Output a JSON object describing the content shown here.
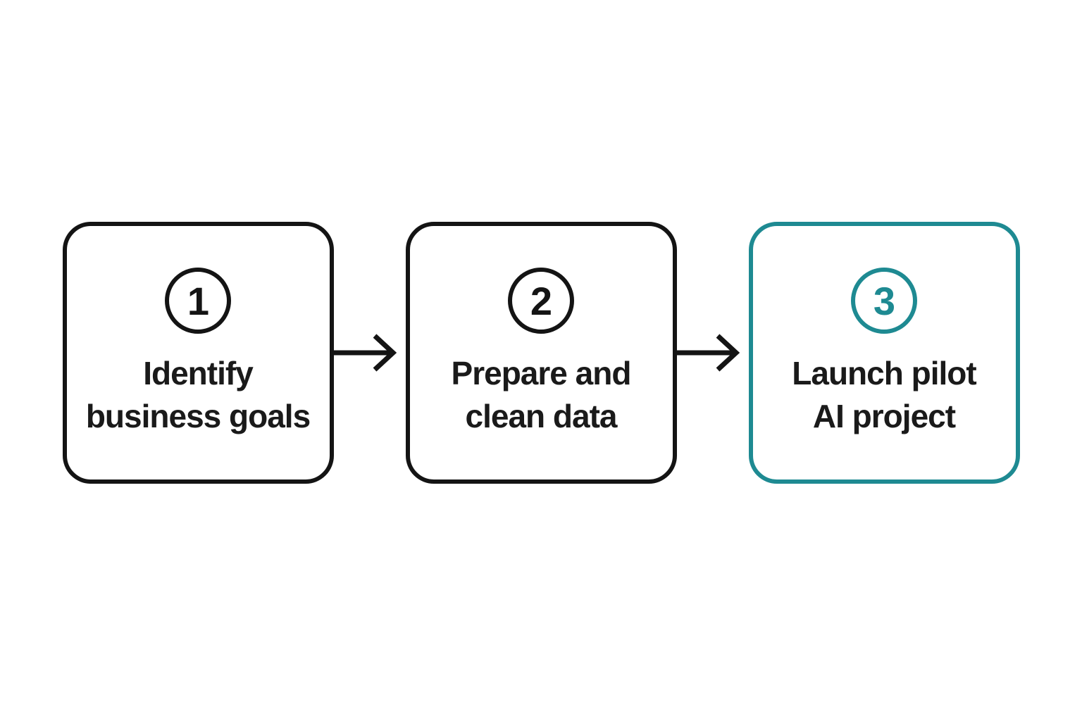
{
  "colors": {
    "background": "#ffffff",
    "stroke_default": "#141414",
    "text_color": "#1a1a1a",
    "accent_teal": "#1e8a92"
  },
  "steps": [
    {
      "number": "1",
      "lines": [
        "Identify",
        "business goals"
      ],
      "accent": false
    },
    {
      "number": "2",
      "lines": [
        "Prepare and",
        "clean data"
      ],
      "accent": false
    },
    {
      "number": "3",
      "lines": [
        "Launch pilot",
        "AI project"
      ],
      "accent": true
    }
  ]
}
